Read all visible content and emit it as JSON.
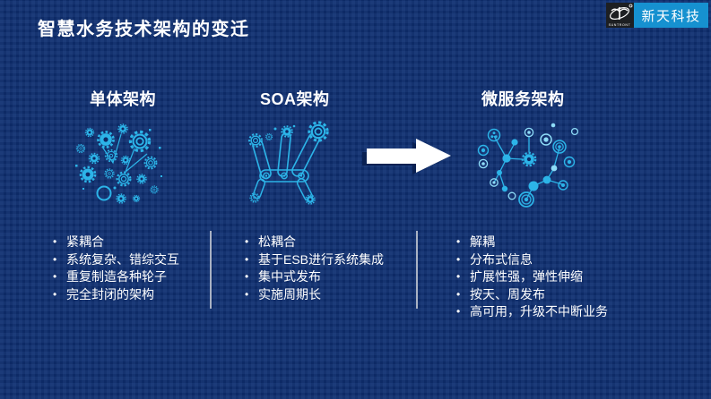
{
  "slide": {
    "title": "智慧水务技术架构的变迁",
    "background_color": "#0d2a66",
    "accent_cyan": "#2cb4e8",
    "text_color": "#ffffff"
  },
  "logo": {
    "company_en": "SUNTRONT",
    "company_zh": "新天科技",
    "mark_background": "#1d1f22",
    "text_background": "#1691d0",
    "bird_icon": "suntront-bird-logo-icon"
  },
  "transition": {
    "icon": "arrow-right-icon",
    "color": "#ffffff"
  },
  "columns": [
    {
      "heading": "单体架构",
      "graphic": "gears-cluster",
      "bullets": [
        "紧耦合",
        "系统复杂、错综交互",
        "重复制造各种轮子",
        "完全封闭的架构"
      ]
    },
    {
      "heading": "SOA架构",
      "graphic": "gears-with-belts",
      "bullets": [
        "松耦合",
        "基于ESB进行系统集成",
        "集中式发布",
        "实施周期长"
      ]
    },
    {
      "heading": "微服务架构",
      "graphic": "network-nodes",
      "bullets": [
        "解耦",
        "分布式信息",
        "扩展性强，弹性伸缩",
        "按天、周发布",
        "高可用，升级不中断业务"
      ]
    }
  ]
}
